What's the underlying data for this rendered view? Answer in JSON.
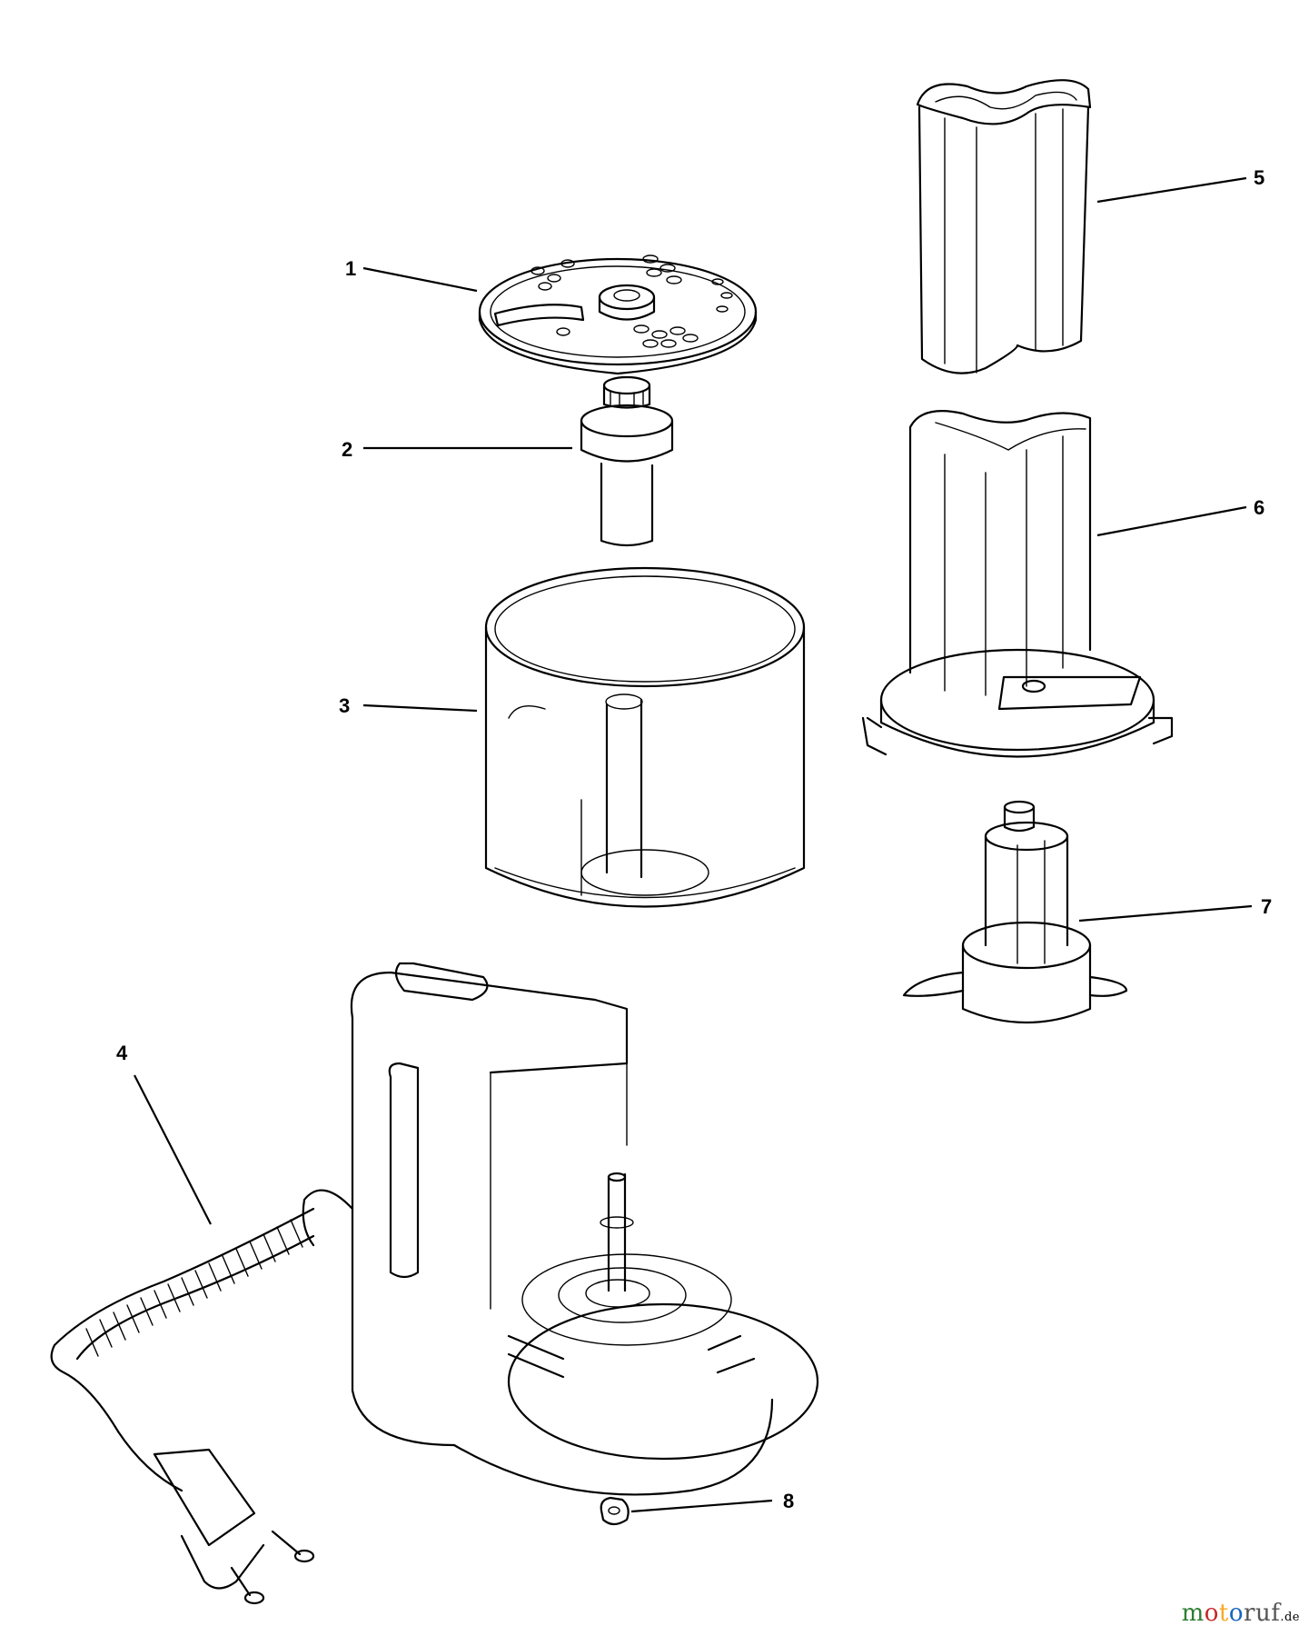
{
  "diagram": {
    "callouts": [
      {
        "id": "1",
        "label": "1"
      },
      {
        "id": "2",
        "label": "2"
      },
      {
        "id": "3",
        "label": "3"
      },
      {
        "id": "4",
        "label": "4"
      },
      {
        "id": "5",
        "label": "5"
      },
      {
        "id": "6",
        "label": "6"
      },
      {
        "id": "7",
        "label": "7"
      },
      {
        "id": "8",
        "label": "8"
      }
    ]
  },
  "watermark": {
    "brand": "motoruf",
    "tld": ".de",
    "colors": {
      "m": "#2e7d32",
      "o1": "#c62828",
      "t": "#f9a825",
      "o2": "#1565c0",
      "ruf": "#555555"
    }
  }
}
